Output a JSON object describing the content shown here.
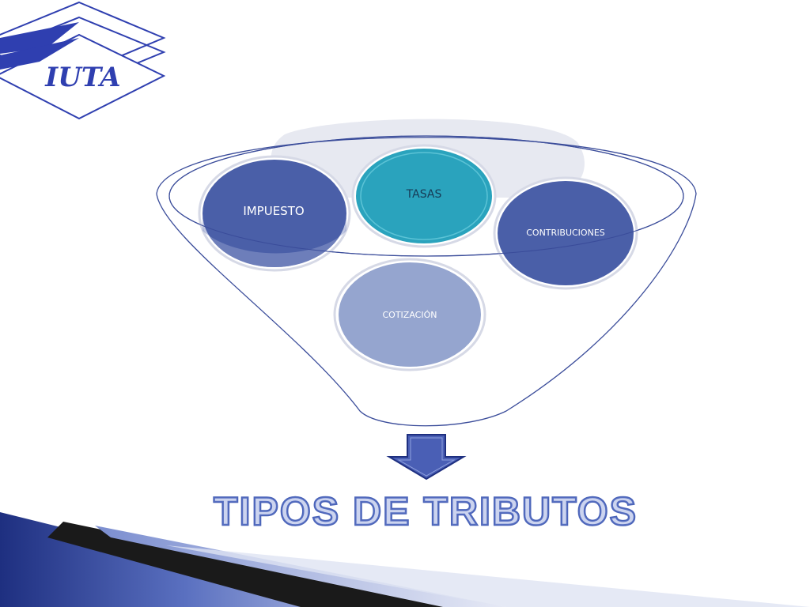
{
  "logo": {
    "text": "IUTA",
    "color": "#2f3fb0"
  },
  "funnel": {
    "items": [
      {
        "label": "IMPUESTO",
        "color": "#4a5fa8"
      },
      {
        "label": "TASAS",
        "color": "#2aa3bd"
      },
      {
        "label": "CONTRIBUCIONES",
        "color": "#4a5fa8"
      },
      {
        "label": "COTIZACIÓN",
        "color": "#95a5cf"
      }
    ],
    "outline_color": "#3a4c9a",
    "arrow_color": "#4a5fb5"
  },
  "title": {
    "text": "TIPOS DE TRIBUTOS",
    "color": "#4a63b8"
  },
  "decor": {
    "band_dark": "#1e2f80",
    "band_light": "#7b8ed0"
  }
}
